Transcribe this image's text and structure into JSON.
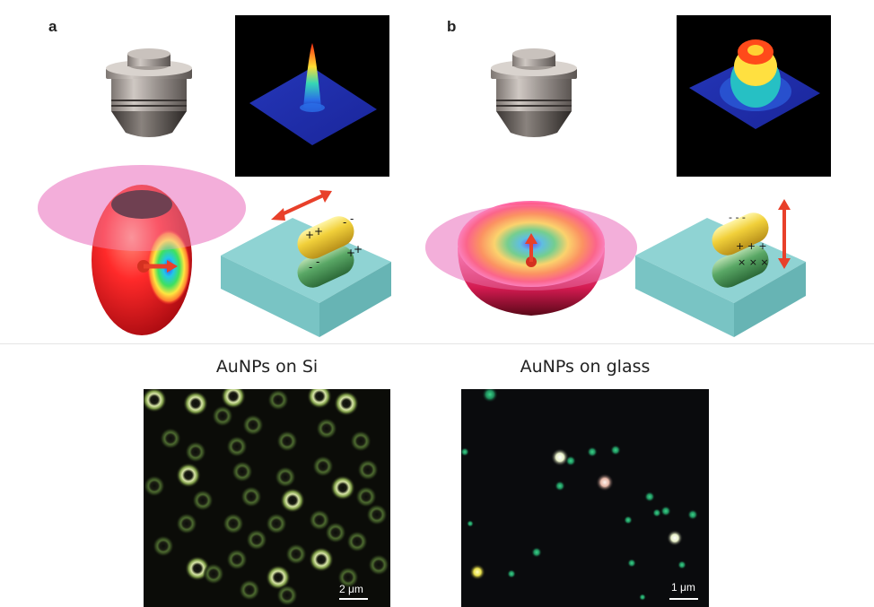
{
  "panels": {
    "a": {
      "letter": "a"
    },
    "b": {
      "letter": "b"
    }
  },
  "micrographs": {
    "left": {
      "caption": "AuNPs on Si",
      "scale_label": "2 μm"
    },
    "right": {
      "caption": "AuNPs on glass",
      "scale_label": "1 μm"
    }
  },
  "colors": {
    "beam_plane": "#f2a6d6",
    "substrate": "#8fd3d3",
    "arrow": "#e8402a",
    "gold": "#e8c53a",
    "green_np": "#4e9a5a",
    "peak_bg": "#000000",
    "micro_bg_si": "#0b0c08",
    "micro_bg_glass": "#0a0b0d"
  }
}
